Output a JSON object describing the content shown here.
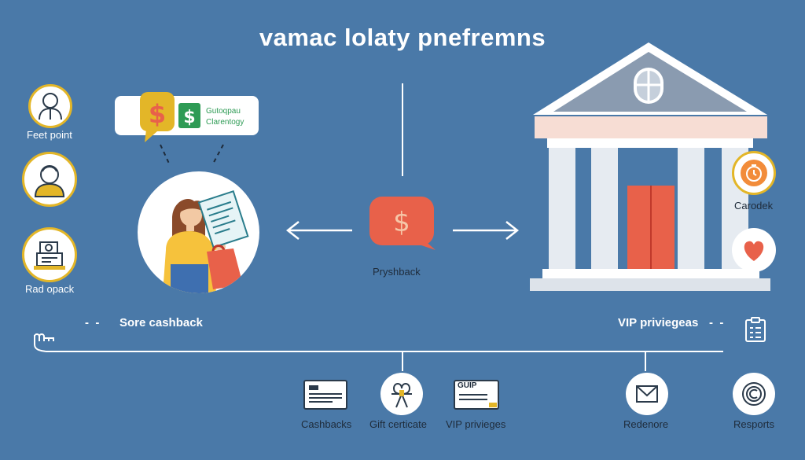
{
  "title": "vamac lolaty pnefremns",
  "left_icons": [
    {
      "label": "Feet point",
      "icon": "person-outline-icon"
    },
    {
      "label": "",
      "icon": "person-badge-icon"
    },
    {
      "label": "Rad opack",
      "icon": "cash-register-icon"
    }
  ],
  "bubble": {
    "line1": "Gutoqpau",
    "line2": "Clarentogy"
  },
  "center": {
    "label": "Pryshback",
    "icon": "dollar-chat-icon"
  },
  "left_section_label": "Sore cashback",
  "right_section_label": "VIP priviegeas",
  "right_icons": [
    {
      "label": "Carodek",
      "icon": "clock-icon"
    },
    {
      "label": "",
      "icon": "heart-icon"
    }
  ],
  "bottom": [
    {
      "label": "Cashbacks",
      "icon": "card-icon"
    },
    {
      "label": "Gift certicate",
      "icon": "ribbon-icon"
    },
    {
      "label": "VIP privieges",
      "icon": "vip-card-icon"
    },
    {
      "label": "Redenore",
      "icon": "mail-icon"
    },
    {
      "label": "Resports",
      "icon": "copyright-icon"
    }
  ],
  "vip_card_text": "GUIP",
  "colors": {
    "background": "#4a79a8",
    "accent": "#e3b628",
    "red": "#e8614a",
    "green": "#2e9b55"
  }
}
